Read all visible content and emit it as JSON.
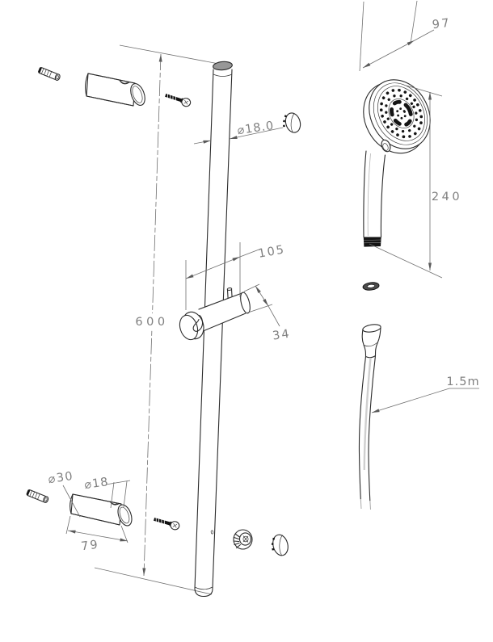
{
  "drawing": {
    "title": "shower-rail-set-exploded-technical-drawing",
    "background_color": "#ffffff",
    "outline_color": "#2b2b2b",
    "dimension_color": "#7f7f7f",
    "labels": {
      "rail_length": "600",
      "rail_diameter": "⌀18.0",
      "holder_length": "105",
      "holder_diameter": "34",
      "head_width": "97",
      "handset_height": "240",
      "hose_length": "1.5m",
      "bracket_outer_diameter": "⌀30",
      "bracket_inner_diameter": "⌀18",
      "bracket_length": "79"
    }
  }
}
